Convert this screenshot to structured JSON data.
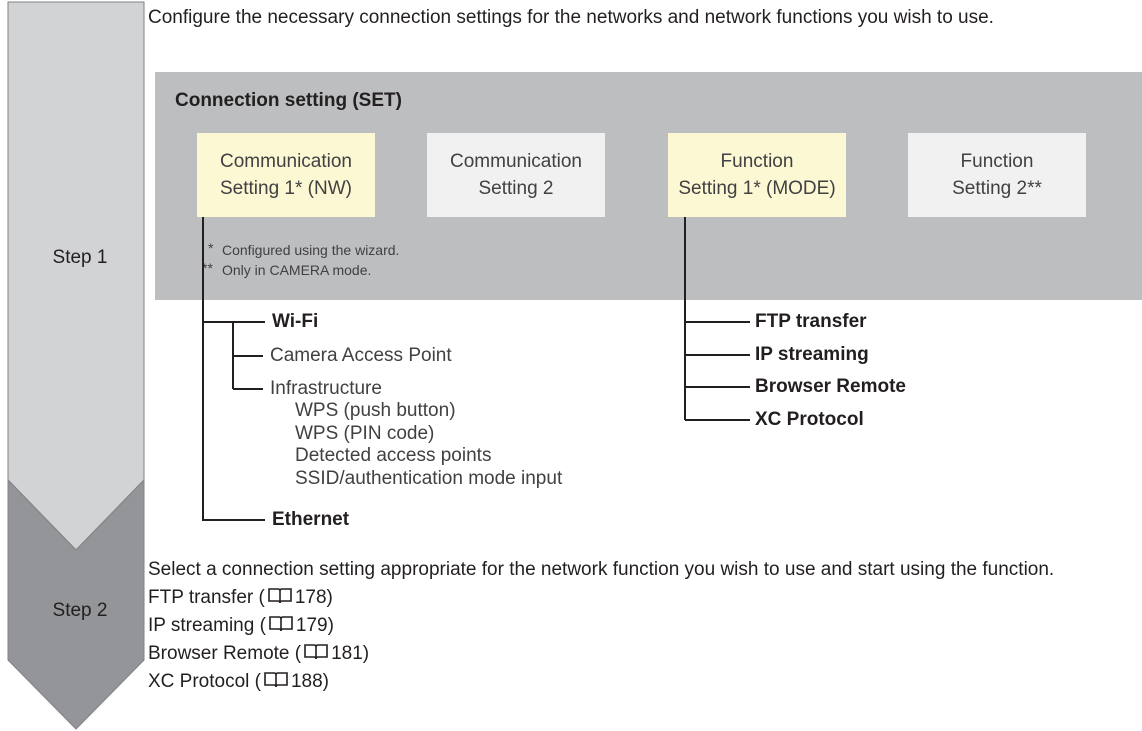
{
  "intro": "Configure the necessary connection settings for the networks and network functions you wish to use.",
  "steps": [
    "Step 1",
    "Step 2"
  ],
  "panel": {
    "title": "Connection setting (SET)",
    "boxes": [
      {
        "line1": "Communication",
        "line2": "Setting 1* (NW)"
      },
      {
        "line1": "Communication",
        "line2": "Setting 2"
      },
      {
        "line1": "Function",
        "line2": "Setting 1* (MODE)"
      },
      {
        "line1": "Function",
        "line2": "Setting 2**"
      }
    ],
    "notes": [
      {
        "mark": "*",
        "text": "Configured using the wizard."
      },
      {
        "mark": "**",
        "text": "Only in CAMERA mode."
      }
    ]
  },
  "network_tree": {
    "wifi": "Wi-Fi",
    "camera_ap": "Camera Access Point",
    "infrastructure": "Infrastructure",
    "infra_options": [
      "WPS (push button)",
      "WPS (PIN code)",
      "Detected access points",
      "SSID/authentication mode input"
    ],
    "ethernet": "Ethernet"
  },
  "function_tree": [
    "FTP transfer",
    "IP streaming",
    "Browser Remote",
    "XC Protocol"
  ],
  "step2": {
    "text": "Select a connection setting appropriate for the network function you wish to use and start using the function.",
    "refs": [
      {
        "label": "FTP transfer (",
        "page": "178)"
      },
      {
        "label": "IP streaming (",
        "page": "179)"
      },
      {
        "label": "Browser Remote (",
        "page": "181)"
      },
      {
        "label": "XC Protocol (",
        "page": "188)"
      }
    ]
  },
  "colors": {
    "step1_arrow": "#d1d3d4",
    "step2_arrow": "#939598",
    "panel": "#bcbec0",
    "highlight_box": "#fbf8d3",
    "plain_box": "#f1f1f2"
  }
}
